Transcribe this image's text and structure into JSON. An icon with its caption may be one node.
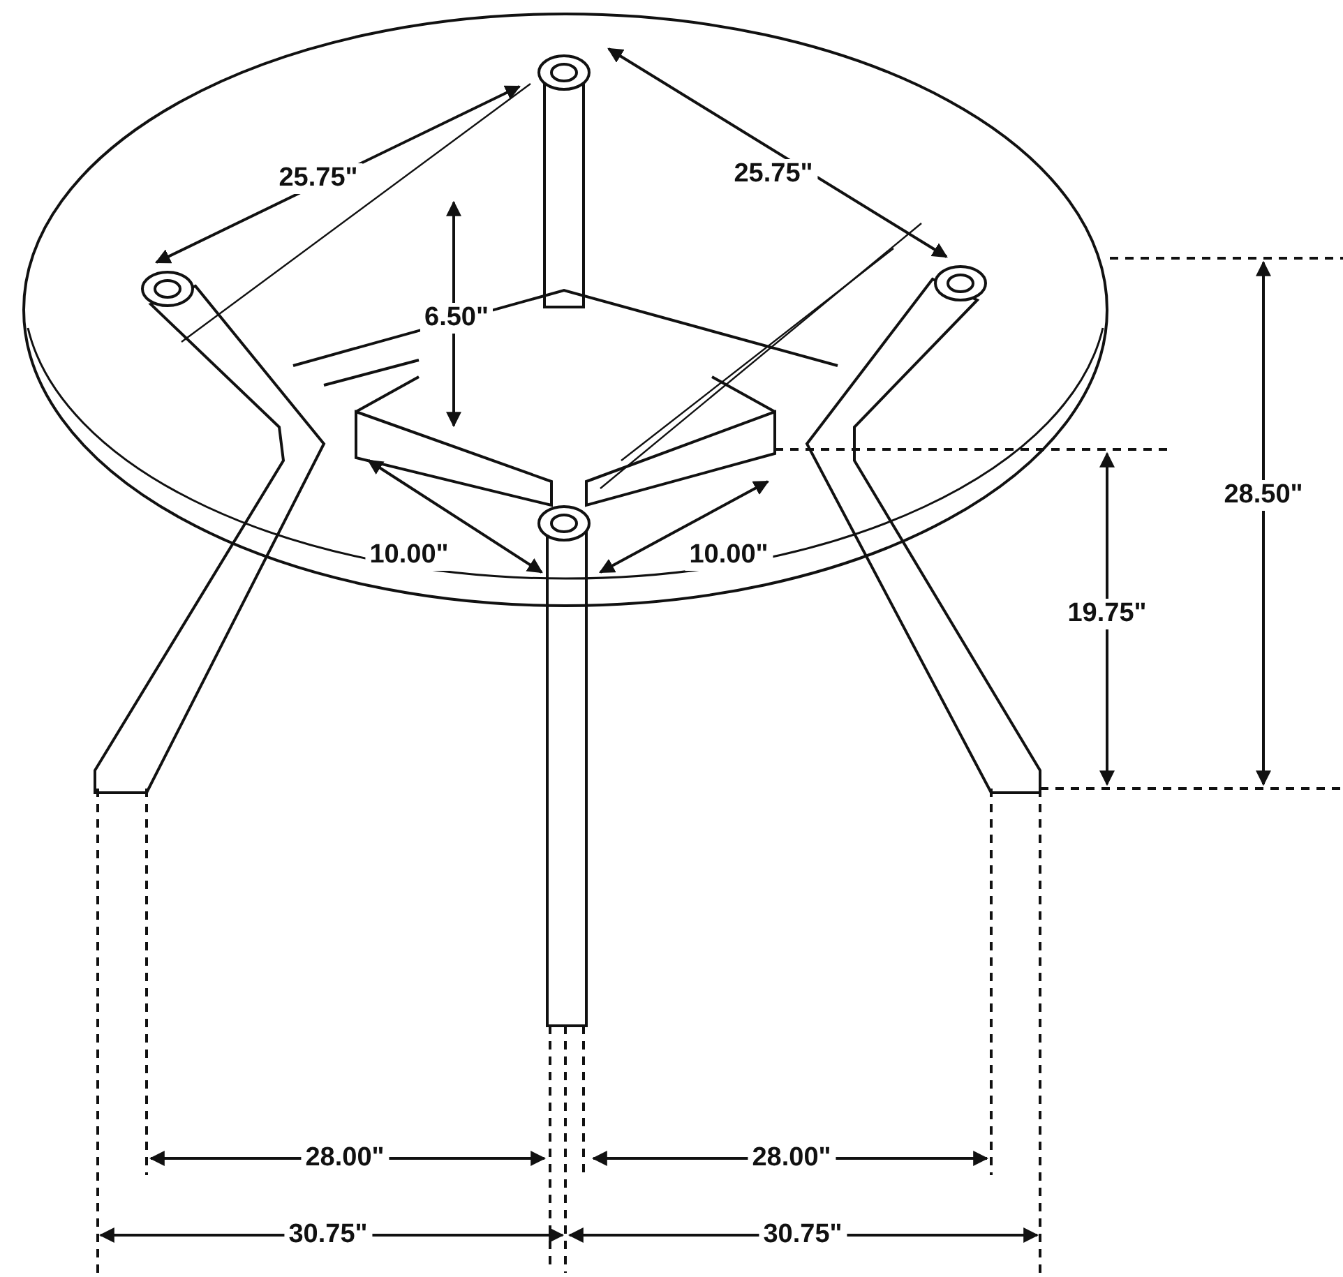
{
  "diagram": {
    "labels": [
      "25.75\"",
      "25.75\"",
      "6.50\"",
      "28.50\"",
      "19.75\"",
      "10.00\"",
      "10.00\"",
      "28.00\"",
      "28.00\"",
      "30.75\"",
      "30.75\""
    ]
  }
}
